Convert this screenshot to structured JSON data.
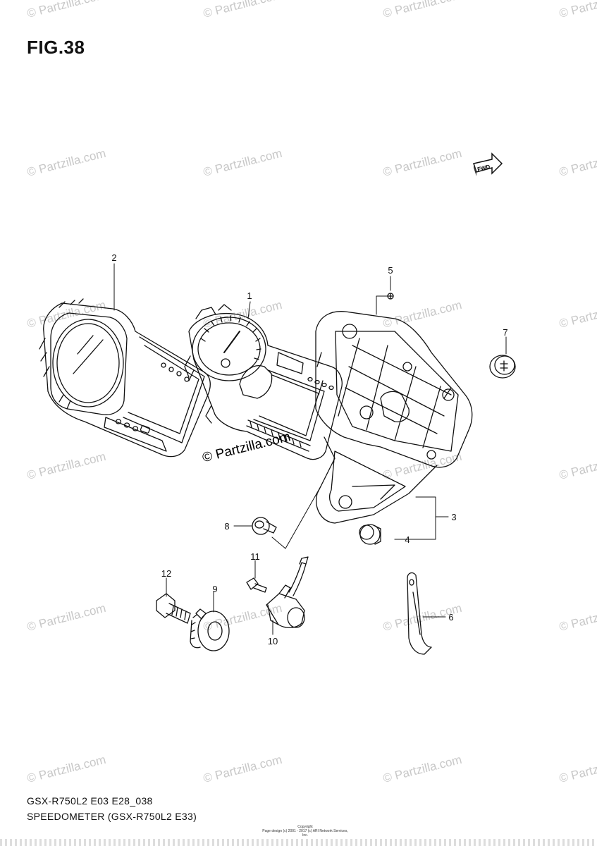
{
  "figure": {
    "title": "FIG.38"
  },
  "footer": {
    "code": "GSX-R750L2 E03 E28_038",
    "caption": "SPEEDOMETER (GSX-R750L2 E33)",
    "copyright_label": "Copyright",
    "copyright_notice": "Page design (c) 2001 - 2017 (c) ARI Network Services, Inc."
  },
  "watermark": {
    "text": "© Partzilla.com"
  },
  "fwd_badge": {
    "text": "FWD"
  },
  "callouts": [
    {
      "id": "c1",
      "label": "1"
    },
    {
      "id": "c2",
      "label": "2"
    },
    {
      "id": "c3",
      "label": "3"
    },
    {
      "id": "c4",
      "label": "4"
    },
    {
      "id": "c5",
      "label": "5"
    },
    {
      "id": "c6",
      "label": "6"
    },
    {
      "id": "c7",
      "label": "7"
    },
    {
      "id": "c8",
      "label": "8"
    },
    {
      "id": "c9",
      "label": "9"
    },
    {
      "id": "c10",
      "label": "10"
    },
    {
      "id": "c11",
      "label": "11"
    },
    {
      "id": "c12",
      "label": "12"
    }
  ],
  "colors": {
    "line": "#111111",
    "watermark": "#c8c8c8",
    "background": "#ffffff"
  }
}
